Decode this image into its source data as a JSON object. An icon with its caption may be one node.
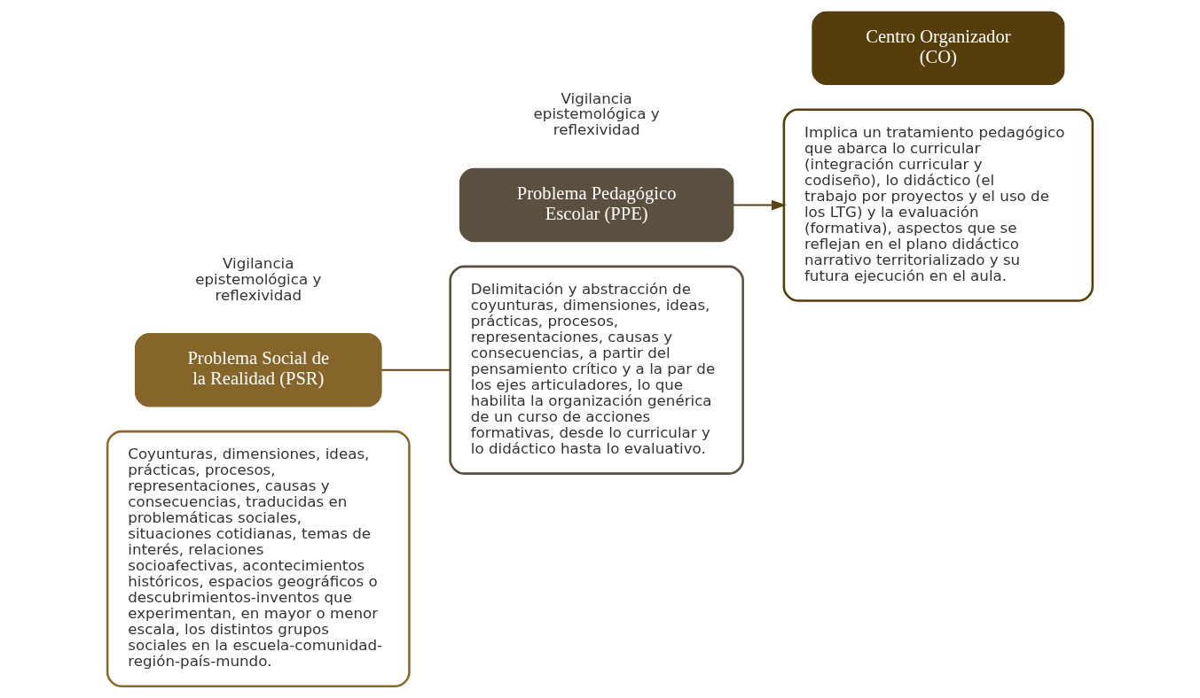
{
  "diagram": {
    "nodes": [
      {
        "text": [
          "Coyunturas, dimensiones, ideas, prácticas, procesos, representaciones, causas y consecuencias, traducidas en problemáticas sociales, situaciones cotidianas, temas de interés, relaciones socioafectivas, acontecimientos históricos, espacios geográficos o descubrimientos-inventos que experimentan, en mayor o menor escala, los distintos grupos sociales en la escuela-comunidad-región-país-mundo."
        ]
      },
      {
        "text": [
          "Problema Social de la Realidad (PSR)"
        ]
      },
      {
        "text": [
          "Delimitación y abstracción de coyunturas, dimensiones, ideas, prácticas, procesos, representaciones, causas y consecuencias, a partir del pensamiento crítico y a la par de los ejes articuladores, lo que habilita la organización genérica de un curso de acciones formativas, desde lo curricular y lo didáctico hasta lo evaluativo."
        ]
      },
      {
        "text": [
          "Problema Pedagógico Escolar (PPE)"
        ]
      },
      {
        "text": [
          "Implica un tratamiento pedagógico que abarca lo curricular (integración curricular y codiseño), lo didáctico (el trabajo por proyectos y el uso de los LTG) y la evaluación (formativa), aspectos que se reflejan en el plano didáctico narrativo territorializado y su futura ejecución en el aula."
        ]
      },
      {
        "text": [
          "Centro Organizador (CO)"
        ]
      }
    ],
    "edges": [
      {
        "from": 1,
        "to": 2,
        "arrow": "none"
      },
      {
        "from": 3,
        "to": 4,
        "arrow": "to"
      }
    ],
    "labels": [
      "Vigilancia epistemológica y reflexividad",
      "Vigilancia epistemológica y reflexividad"
    ]
  }
}
